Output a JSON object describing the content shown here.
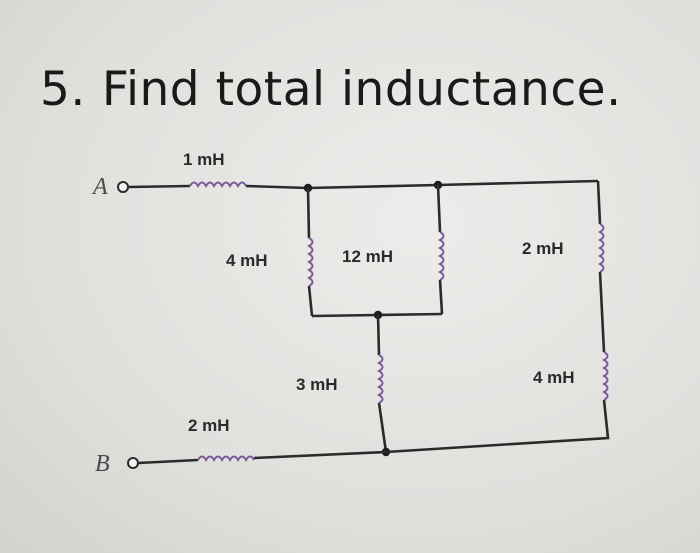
{
  "problem": {
    "number": "5.",
    "text": "Find total inductance."
  },
  "terminals": {
    "a": "A",
    "b": "B"
  },
  "inductors": {
    "l1": "1 mH",
    "l2": "4 mH",
    "l3": "12 mH",
    "l4": "2 mH",
    "l5": "3 mH",
    "l6": "4 mH",
    "l7": "2 mH"
  },
  "colors": {
    "wire": "#2b2b2b",
    "coil": "#7a5b9a"
  }
}
